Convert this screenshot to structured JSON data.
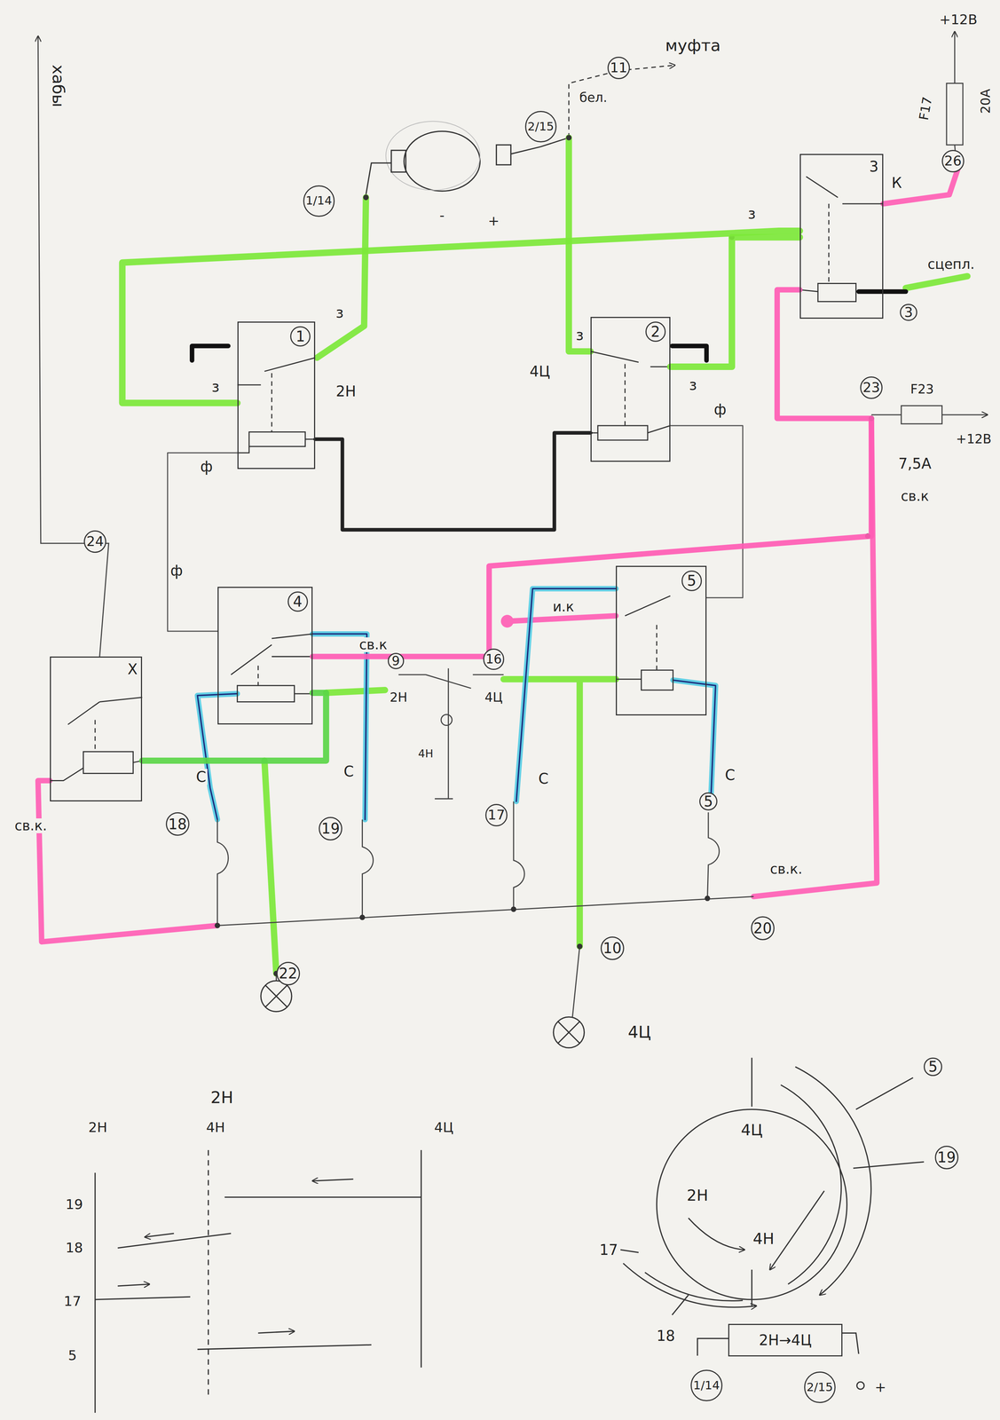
{
  "diagram": {
    "nodes": [
      {
        "text": [
          "1"
        ]
      },
      {
        "text": [
          "2"
        ]
      },
      {
        "text": [
          "3"
        ]
      },
      {
        "text": [
          "X"
        ]
      },
      {
        "text": [
          "4"
        ]
      },
      {
        "text": [
          "5"
        ]
      },
      {
        "text": [
          "2Н→4Ц"
        ]
      }
    ],
    "edges": [
      {
        "from": 2,
        "to": 0,
        "arrow": "none"
      },
      {
        "from": 2,
        "to": 1,
        "arrow": "none"
      },
      {
        "from": 0,
        "to": 1,
        "arrow": "none"
      },
      {
        "from": 4,
        "to": 0,
        "arrow": "none"
      },
      {
        "from": 5,
        "to": 1,
        "arrow": "none"
      },
      {
        "from": 2,
        "to": 4,
        "arrow": "none"
      },
      {
        "from": 3,
        "to": 4,
        "arrow": "none"
      }
    ],
    "labels": [
      "11",
      "муфта",
      "2/15",
      "бел.",
      "1/14",
      "-",
      "+",
      "+12В",
      "F17",
      "20А",
      "26",
      "К",
      "з",
      "сцепл.",
      "3",
      "з",
      "з",
      "2Н",
      "з",
      "4Ц",
      "з",
      "ф",
      "ф",
      "23",
      "F23",
      "+12В",
      "7,5А",
      "св.к",
      "хабы",
      "24",
      "ф",
      "св.к",
      "9",
      "2Н",
      "16",
      "4Ц",
      "4Н",
      "и.к",
      "С",
      "18",
      "С",
      "19",
      "С",
      "17",
      "5",
      "С",
      "св.к.",
      "св.к.",
      "20",
      "22",
      "10",
      "4Ц",
      "2Н",
      "2Н",
      "4Н",
      "4Ц",
      "19",
      "18",
      "17",
      "5",
      "4Ц",
      "2Н",
      "4Н",
      "5",
      "19",
      "17",
      "18",
      "1/14",
      "2/15",
      "+"
    ]
  }
}
